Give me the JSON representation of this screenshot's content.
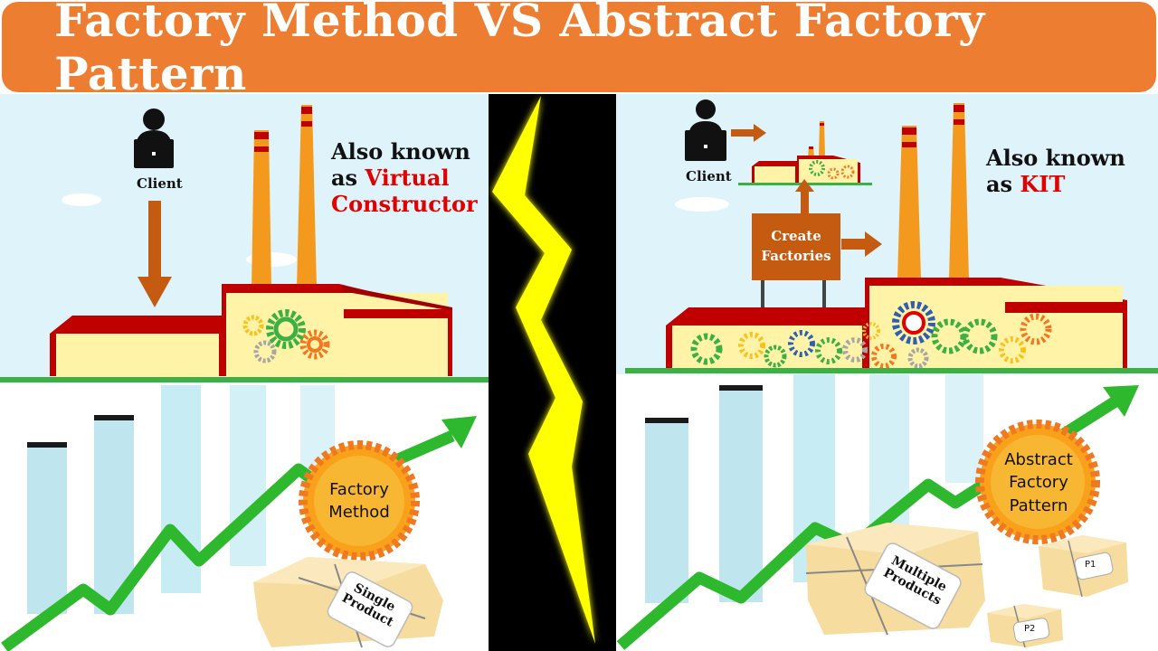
{
  "title": "Factory Method  VS Abstract Factory Pattern",
  "left": {
    "client_label": "Client",
    "aka_line1": "Also known",
    "aka_prefix": "as ",
    "aka_name1": "Virtual",
    "aka_name2": "Constructor",
    "badge_line1": "Factory",
    "badge_line2": "Method",
    "box_tag_line1": "Single",
    "box_tag_line2": "Product"
  },
  "right": {
    "client_label": "Client",
    "aka_line1": "Also known",
    "aka_prefix": "as ",
    "aka_name": "KIT",
    "create_line1": "Create",
    "create_line2": "Factories",
    "badge_line1": "Abstract",
    "badge_line2": "Factory",
    "badge_line3": "Pattern",
    "box_tag_line1": "Multiple",
    "box_tag_line2": "Products",
    "p1_label": "P1",
    "p2_label": "P2"
  },
  "colors": {
    "title_bg": "#ed7d31",
    "sky": "#dff3fa",
    "factory_body": "#fff3a8",
    "factory_roof": "#c00000",
    "chimney": "#f39a1e",
    "arrow_brown": "#c55a11",
    "bolt": "#ffff00",
    "trend_green": "#2eb82e",
    "aka_highlight": "#e00000"
  }
}
